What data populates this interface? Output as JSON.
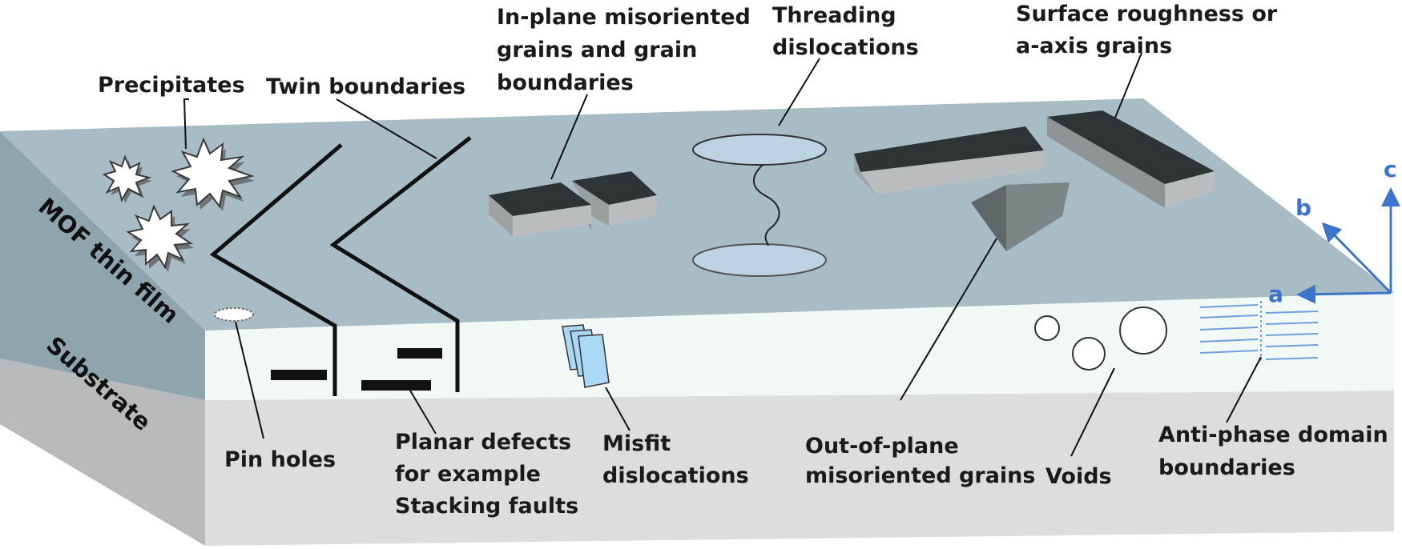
{
  "labels": {
    "precipitates": "Precipitates",
    "twin_boundaries": "Twin boundaries",
    "inplane": [
      "In-plane misoriented",
      "grains and  grain",
      "boundaries"
    ],
    "threading": [
      "Threading",
      "dislocations"
    ],
    "surface": [
      "Surface roughness or",
      "a-axis grains"
    ],
    "pin_holes": "Pin holes",
    "planar": [
      "Planar defects",
      "for example",
      "Stacking faults"
    ],
    "misfit": [
      "Misfit",
      "dislocations"
    ],
    "outofplane": [
      "Out-of-plane",
      "misoriented grains"
    ],
    "voids": "Voids",
    "antiphase": [
      "Anti-phase domain",
      "boundaries"
    ]
  },
  "side_labels": {
    "film": "MOF thin film",
    "substrate": "Substrate"
  },
  "axes": {
    "a": "a",
    "b": "b",
    "c": "c"
  },
  "colors": {
    "film_top": "#a7bcc4",
    "film_side": "#8fa5ae",
    "interface": "#f1f8f5",
    "substrate_front": "#dcdedc",
    "substrate_side": "#b6babb",
    "grain_top": "#2e3436",
    "grain_side": "#b9bdbd",
    "axis": "#3b74c9",
    "ellipse": "#bcd3e4",
    "misfit": "#a8d8f4"
  }
}
